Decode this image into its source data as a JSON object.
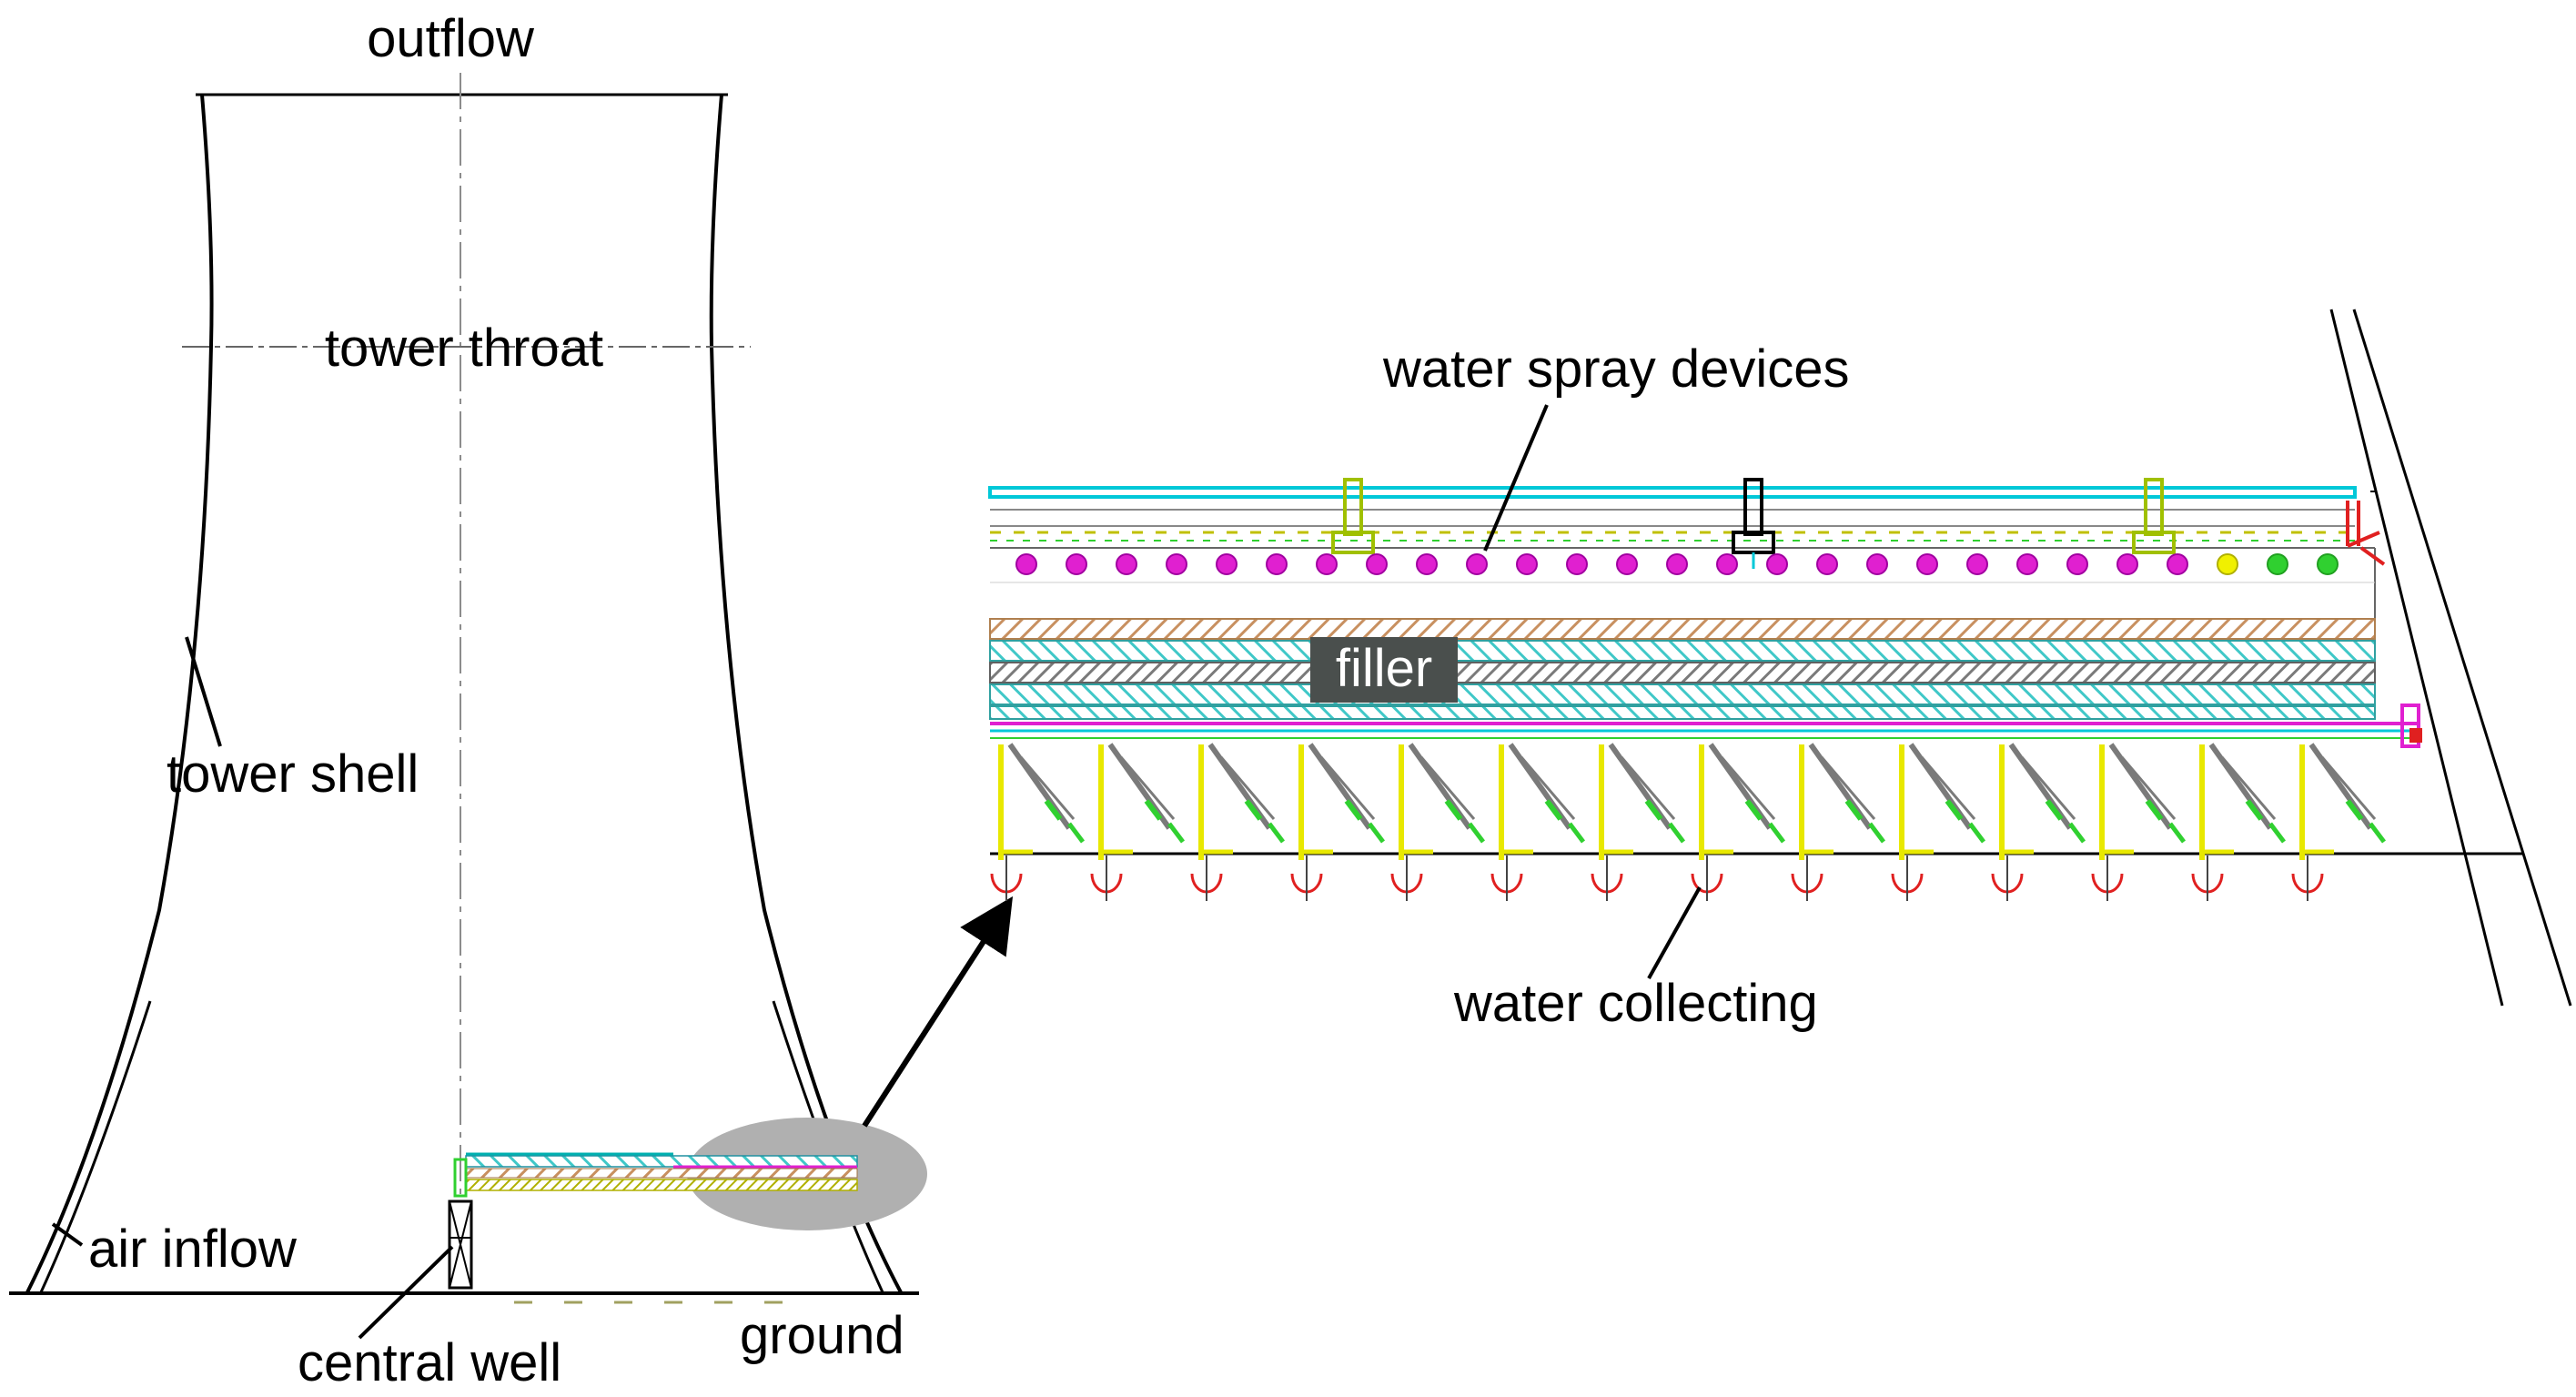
{
  "labels": {
    "outflow": "outflow",
    "tower_throat": "tower throat",
    "tower_shell": "tower shell",
    "air_inflow": "air inflow",
    "central_well": "central well",
    "ground": "ground",
    "water_spray_devices": "water spray devices",
    "filler": "filler",
    "water_collecting": "water collecting"
  },
  "colors": {
    "outline": "#000000",
    "centerline": "#8c8c8c",
    "cyan": "#00d8e8",
    "magenta": "#e020d0",
    "yellow": "#f0f000",
    "green": "#30d030",
    "hatch_orange": "#c89060",
    "hatch_teal": "#40c8c8",
    "hatch_gray": "#7a7a7a",
    "filler_label_bg": "#4a4f4d",
    "highlight": "#b0b0b0",
    "red": "#e02020"
  },
  "icons": {
    "zoom_arrow": "arrow-up-right-icon"
  }
}
